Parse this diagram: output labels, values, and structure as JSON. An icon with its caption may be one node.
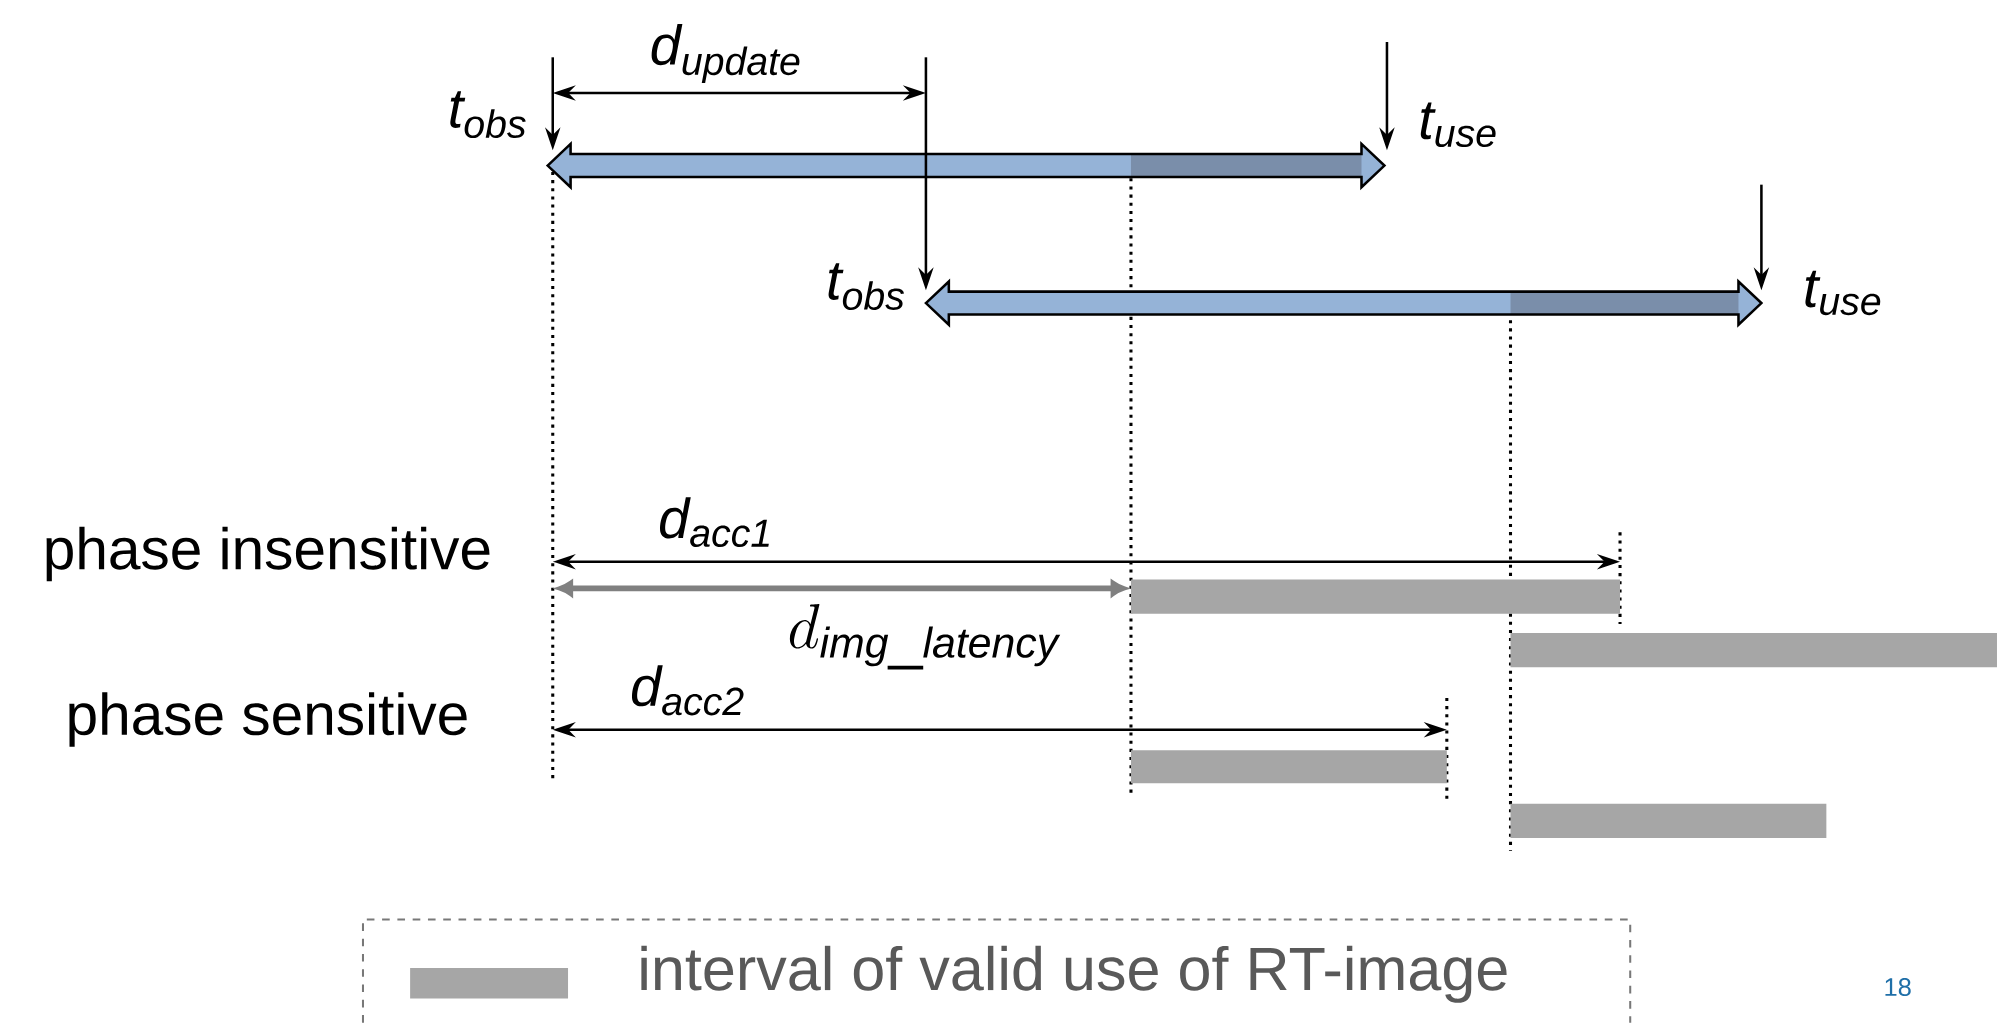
{
  "diagram": {
    "nodes": [
      {
        "text": [],
        "shape": "bar"
      },
      {
        "text": [],
        "shape": "bar"
      },
      {
        "text": [],
        "shape": "bar"
      },
      {
        "text": [],
        "shape": "bar"
      }
    ],
    "labels": [
      "d$_{update}$",
      "t$_{obs}$",
      "t$_{use}$",
      "t$_{obs}$",
      "t$_{use}$",
      "d$_{acc1}$",
      "phase insensitive",
      "d_{\\mathit{img\\_latency}}",
      "d$_{acc2}$",
      "phase sensitive",
      "18"
    ],
    "legend": [
      {
        "text": "interval of valid use of RT-image",
        "color": "#a6a6a6"
      }
    ]
  }
}
